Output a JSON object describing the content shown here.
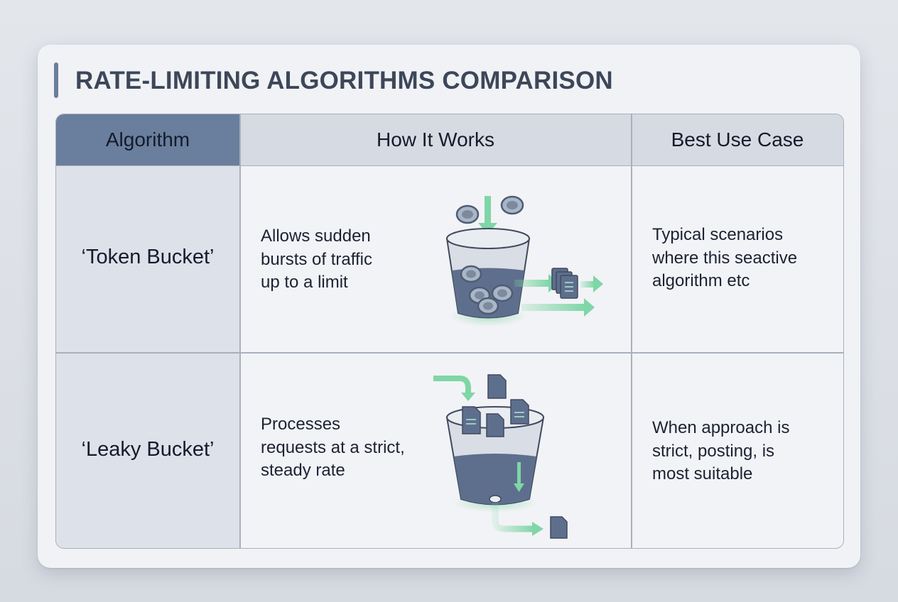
{
  "title": "RATE-LIMITING ALGORITHMS COMPARISON",
  "colors": {
    "accent_bar": "#6b7d9b",
    "header_algorithm_bg": "#6a7e9d",
    "header_bg": "#d6dae2",
    "algorithm_col_bg": "#dde1e9",
    "bucket_fill": "#5e6f8d",
    "arrow_green": "#7fd6a6"
  },
  "table": {
    "headers": [
      "Algorithm",
      "How It Works",
      "Best Use Case"
    ],
    "rows": [
      {
        "algorithm": "‘Token Bucket’",
        "how_it_works": [
          "Allows sudden",
          "bursts of traffic",
          "up to a limit"
        ],
        "best_use_case": [
          "Typical scenarios",
          "where this seactive",
          "algorithm etc"
        ],
        "illustration": "token-bucket-icon"
      },
      {
        "algorithm": "‘Leaky Bucket’",
        "how_it_works": [
          "Processes",
          "requests at a strict,",
          "steady rate"
        ],
        "best_use_case": [
          "When approach is",
          "strict, posting, is",
          "most suitable"
        ],
        "illustration": "leaky-bucket-icon"
      }
    ]
  }
}
